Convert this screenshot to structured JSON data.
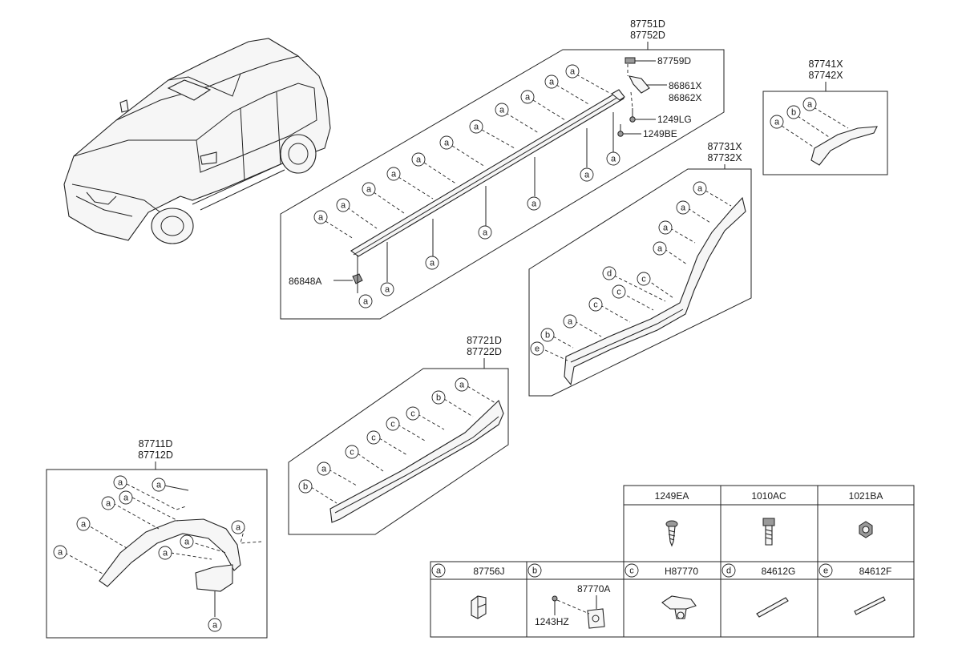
{
  "groups": {
    "side_sill": {
      "pn1": "87751D",
      "pn2": "87752D",
      "parts": {
        "p87759D": "87759D",
        "p86861X": "86861X",
        "p86862X": "86862X",
        "p1249LG": "1249LG",
        "p1249BE": "1249BE",
        "p86848A": "86848A"
      }
    },
    "rear_arch": {
      "pn1": "87741X",
      "pn2": "87742X"
    },
    "rear_door": {
      "pn1": "87731X",
      "pn2": "87732X"
    },
    "front_door": {
      "pn1": "87721D",
      "pn2": "87722D"
    },
    "front_arch": {
      "pn1": "87711D",
      "pn2": "87712D"
    }
  },
  "callouts": {
    "a": "a",
    "b": "b",
    "c": "c",
    "d": "d",
    "e": "e"
  },
  "table": {
    "top": [
      "1249EA",
      "1010AC",
      "1021BA"
    ],
    "bottom": [
      {
        "key": "a",
        "code": "87756J"
      },
      {
        "key": "b",
        "code": ""
      },
      {
        "key": "c",
        "code": "H87770"
      },
      {
        "key": "d",
        "code": "84612G"
      },
      {
        "key": "e",
        "code": "84612F"
      }
    ],
    "b_parts": {
      "clip": "87770A",
      "screw": "1243HZ"
    }
  }
}
